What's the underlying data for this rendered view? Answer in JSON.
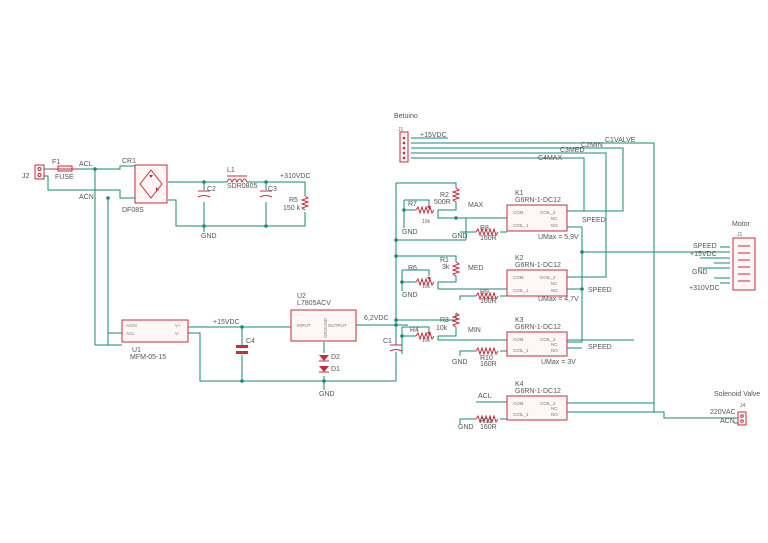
{
  "labels": {
    "betuino": "Betuino",
    "j2": "J2",
    "f1": "F1",
    "fuse": "FUSE",
    "acl_top": "ACL",
    "acn": "ACN",
    "cr1": "CR1",
    "df08s": "DF08S",
    "l1": "L1",
    "sdr0805": "SDR0805",
    "c2": "C2",
    "c3": "C3",
    "gnd_top": "GND",
    "plus310": "+310VDC",
    "r5": "R5",
    "r5v": "150 k",
    "u1": "U1",
    "mfm": "MFM-05-15",
    "u1_acin": "ACIN",
    "u1_acl": "ACL",
    "u1_vp": "V+",
    "u1_vm": "V-",
    "plus15_mid": "+15VDC",
    "c4": "C4",
    "u2": "U2",
    "l7805": "L7805ACV",
    "u2_in": "INPUT",
    "u2_out": "OUTPUT",
    "u2_gnd": "GROUND",
    "v62": "6,2VDC",
    "d2": "D2",
    "d1": "D1",
    "gnd_bot": "GND",
    "c1": "C1",
    "j1_top": "J1",
    "plus15_top": "+15VDC",
    "c1valve": "C1VALVE",
    "c2min": "C2MIN",
    "c3med": "C3MED",
    "c4max": "C4MAX",
    "r2": "R2",
    "r2v": "500R",
    "r7": "R7",
    "r7v": "10k",
    "max": "MAX",
    "gnd_k1": "GND",
    "r8": "R8",
    "r8v": "160R",
    "k1": "K1",
    "k1p": "G6RN-1-DC12",
    "k1max": "UMax = 5,9V",
    "r1": "R1",
    "r1v": "3k",
    "r6": "R6",
    "r6v": "10k",
    "med": "MED",
    "gnd_r6": "GND",
    "r9": "R9",
    "r9v": "160R",
    "k2": "K2",
    "k2p": "G6RN-1-DC12",
    "k2max": "UMax = 4,7V",
    "r3": "R3",
    "r3v": "10k",
    "r4": "R4",
    "r4v": "10k",
    "min": "MIN",
    "gnd_r4": "GND",
    "r10": "R10",
    "r10v": "160R",
    "k3": "K3",
    "k3p": "G6RN-1-DC12",
    "k3max": "UMax = 3V",
    "k4": "K4",
    "k4p": "G6RN-1-DC12",
    "acl_k4": "ACL",
    "gnd_r11": "GND",
    "r11": "R11",
    "r11v": "160R",
    "gnd_r7": "GND",
    "speed1": "SPEED",
    "speed2": "SPEED",
    "speed3": "SPEED",
    "motor": "Motor",
    "j1_right": "J1",
    "m_speed": "SPEED",
    "m_15": "+15VDC",
    "m_gnd": "GND",
    "m_310": "+310VDC",
    "solenoid": "Solenoid Valve",
    "j4": "J4",
    "v220": "220VAC",
    "acn_r": "ACN",
    "com": "COM",
    "coil2": "COIL_2",
    "coil1": "COIL_1",
    "nc": "NC",
    "no": "NO"
  },
  "colors": {
    "wire": "#178a74",
    "part": "#c22f3b"
  }
}
